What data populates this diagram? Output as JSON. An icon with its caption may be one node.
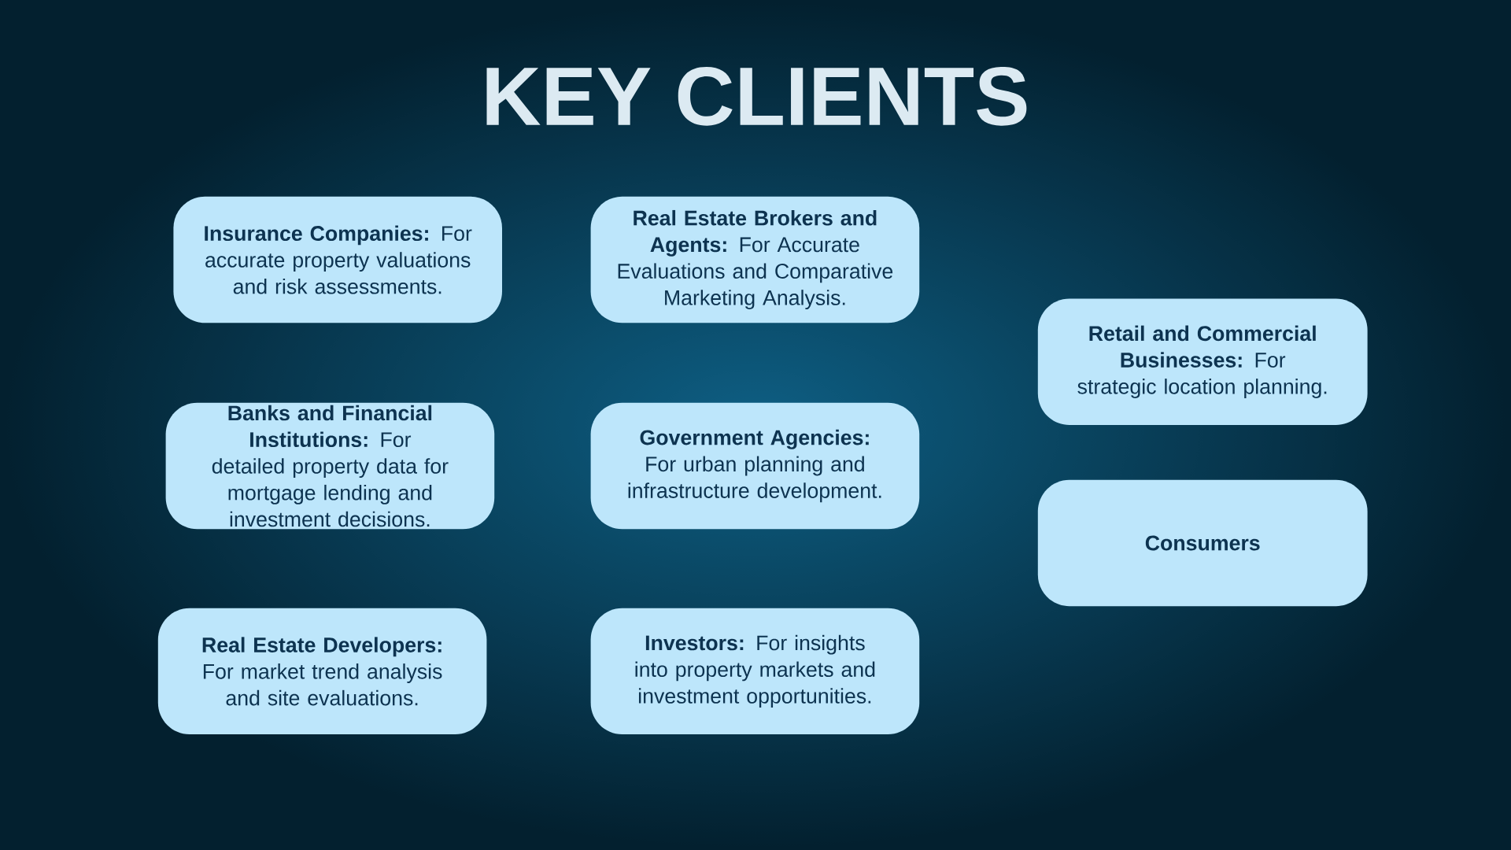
{
  "diagram": {
    "title": "KEY CLIENTS",
    "nodes": [
      {
        "text": [
          "**Insurance Companies:** For accurate property valuations and risk assessments."
        ]
      },
      {
        "text": [
          "**Real Estate Brokers and Agents:** For Accurate Evaluations and Comparative Marketing Analysis."
        ]
      },
      {
        "text": [
          "**Retail and Commercial Businesses:** For strategic location planning."
        ]
      },
      {
        "text": [
          "**Banks and Financial Institutions:** For detailed property data for mortgage lending and investment decisions."
        ]
      },
      {
        "text": [
          "**Government Agencies:** For urban planning and infrastructure development."
        ]
      },
      {
        "text": [
          "**Consumers**"
        ]
      },
      {
        "text": [
          "**Real Estate Developers:** For market trend analysis and site evaluations."
        ]
      },
      {
        "text": [
          "**Investors:** For insights into property markets and investment opportunities."
        ]
      }
    ],
    "edges": []
  }
}
